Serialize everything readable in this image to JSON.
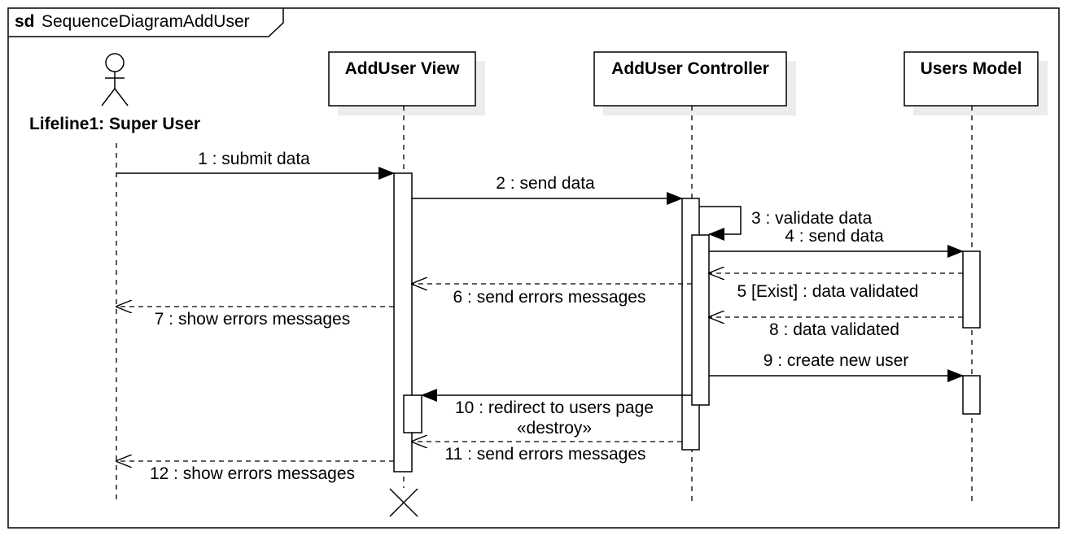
{
  "frame": {
    "keyword": "sd",
    "name": "SequenceDiagramAddUser"
  },
  "lifelines": [
    {
      "id": "actor",
      "kind": "actor",
      "label": "Lifeline1: Super User"
    },
    {
      "id": "view",
      "kind": "object",
      "label": "AddUser View"
    },
    {
      "id": "controller",
      "kind": "object",
      "label": "AddUser Controller"
    },
    {
      "id": "model",
      "kind": "object",
      "label": "Users Model"
    }
  ],
  "messages": [
    {
      "label": "1 : submit data"
    },
    {
      "label": "2 : send data"
    },
    {
      "label": "3 : validate data"
    },
    {
      "label": "4 : send data"
    },
    {
      "label": "5 [Exist] : data validated"
    },
    {
      "label": "6 : send errors messages"
    },
    {
      "label": "7 : show errors messages"
    },
    {
      "label": "8 : data validated"
    },
    {
      "label": "9 : create new user"
    },
    {
      "label": "10 : redirect to users page"
    },
    {
      "label": "«destroy»"
    },
    {
      "label": "11 : send errors messages"
    },
    {
      "label": "12 : show errors messages"
    }
  ]
}
